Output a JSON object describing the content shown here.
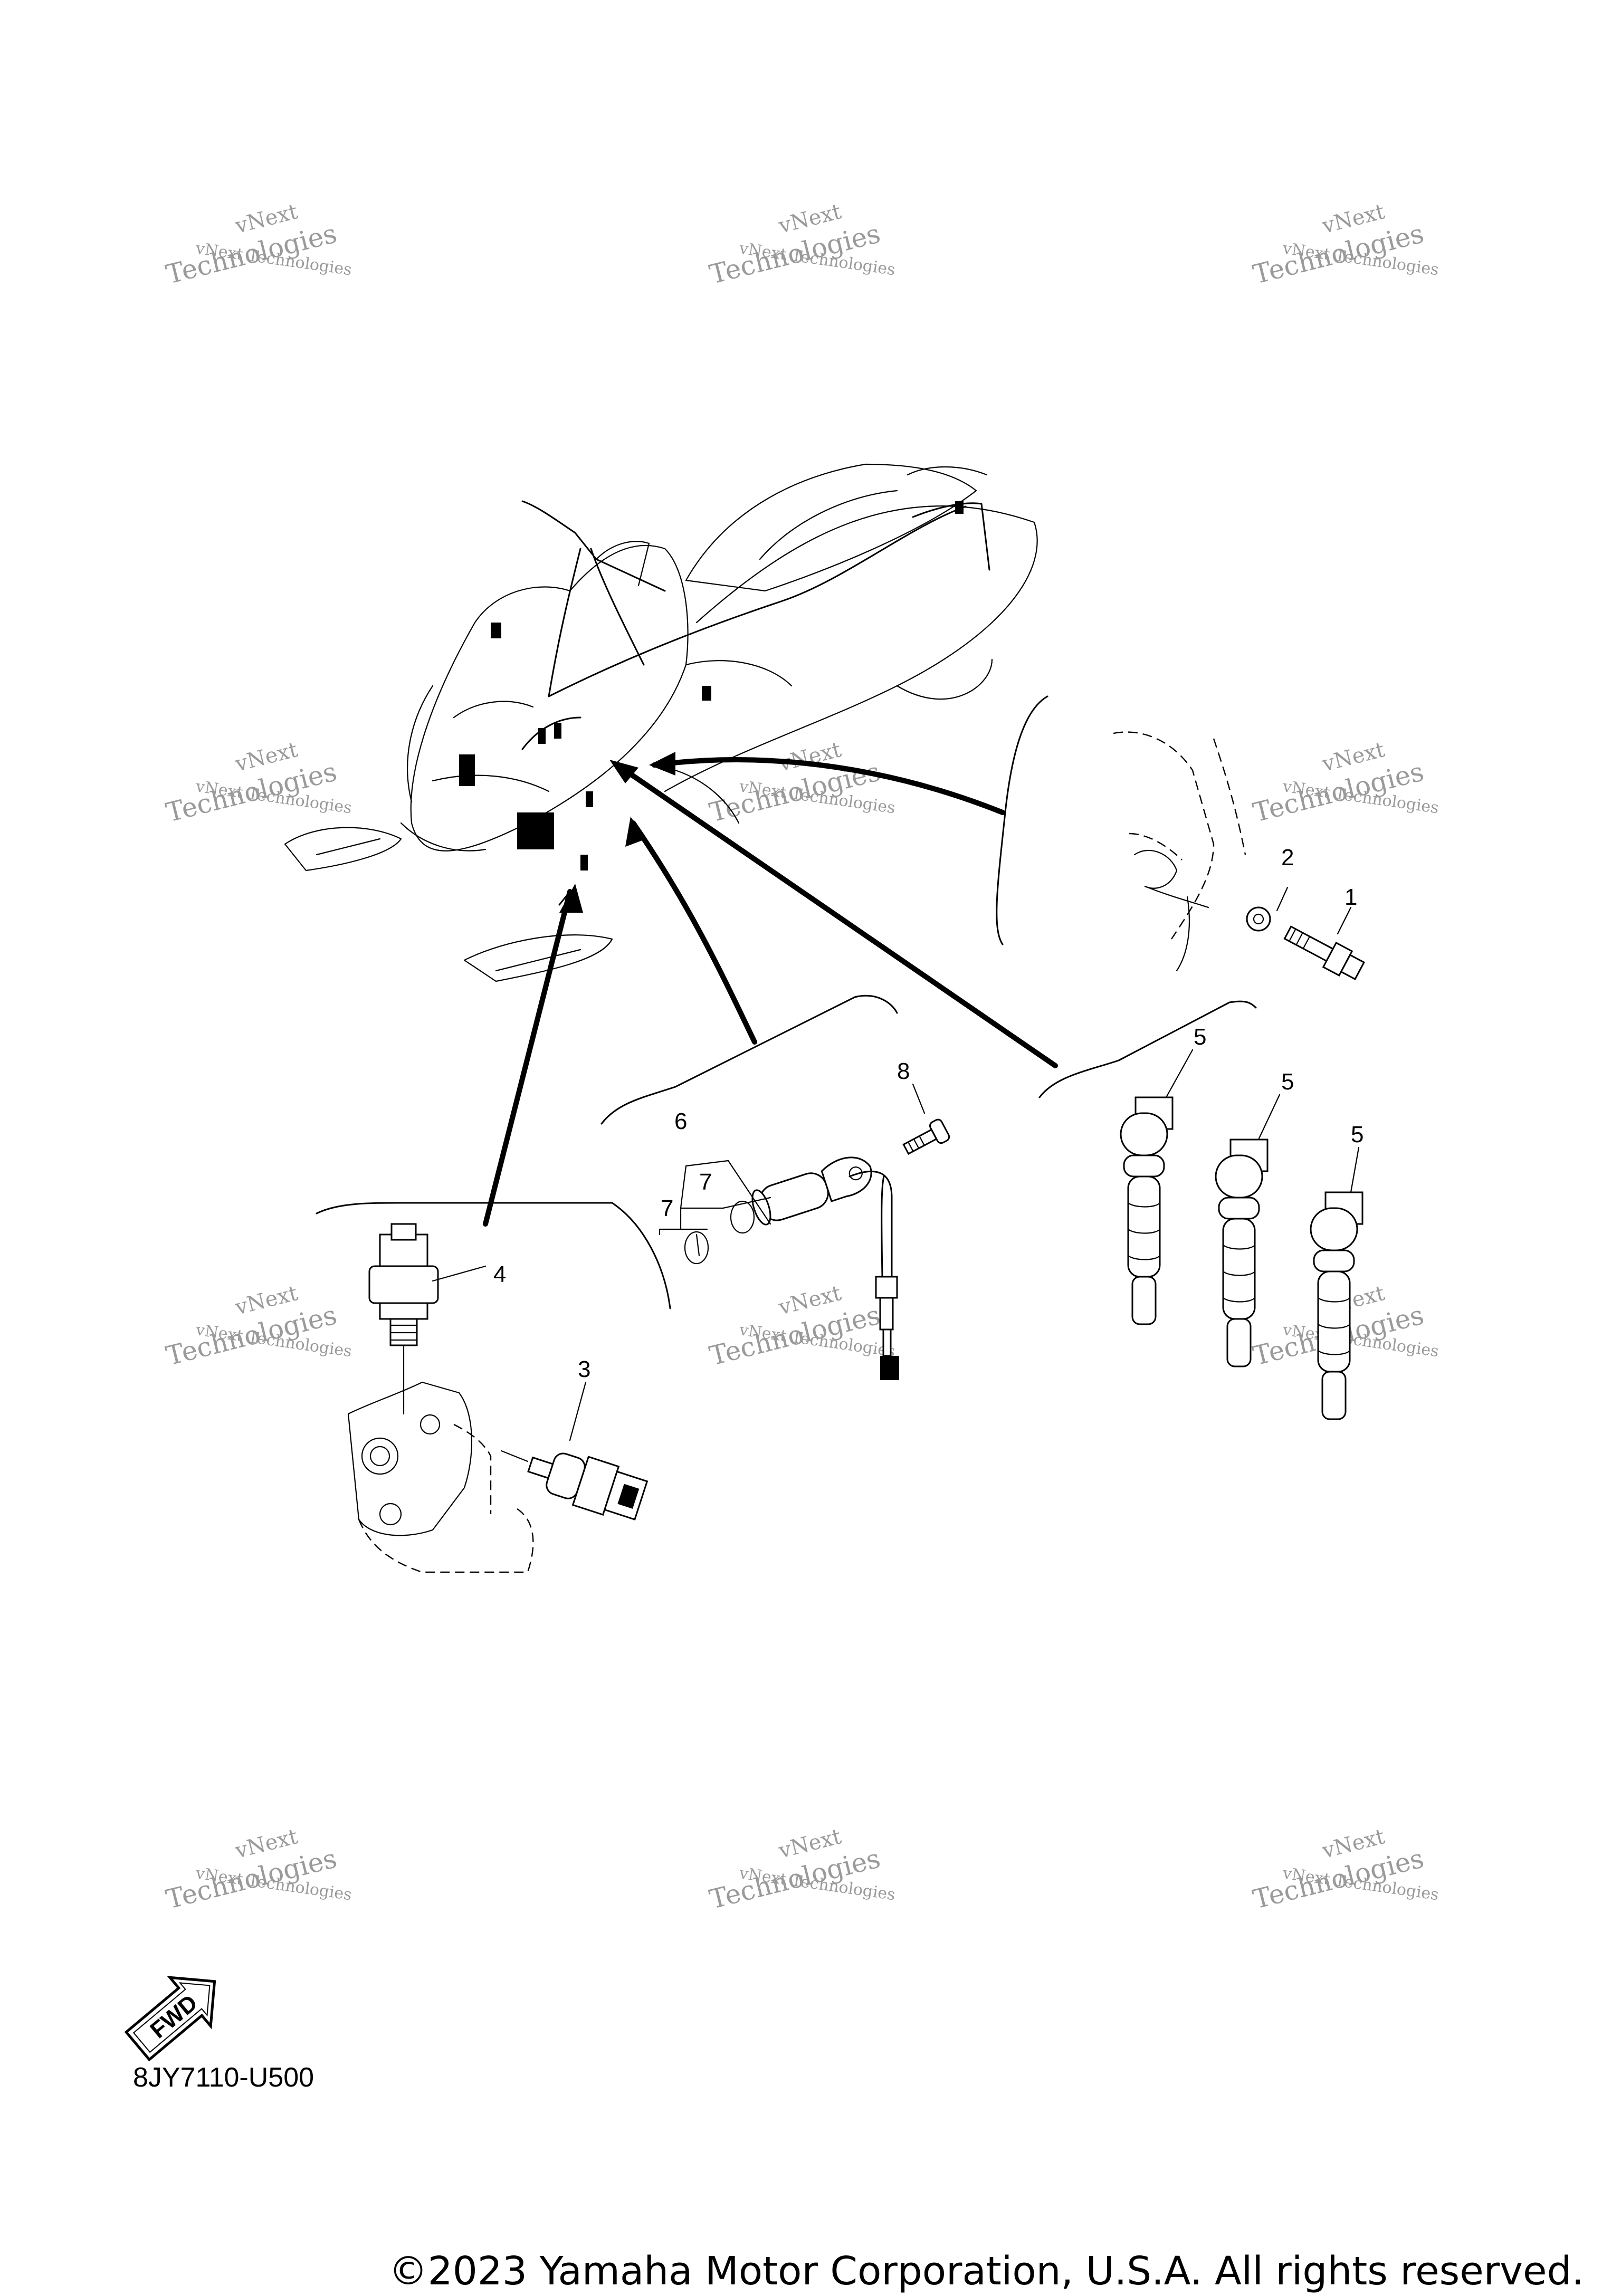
{
  "watermark": {
    "line1": "vNext",
    "line2": "vNext Technologies",
    "line3": "Technologies"
  },
  "callouts": [
    {
      "id": "1",
      "text": "1"
    },
    {
      "id": "2",
      "text": "2"
    },
    {
      "id": "3",
      "text": "3"
    },
    {
      "id": "4",
      "text": "4"
    },
    {
      "id": "5a",
      "text": "5"
    },
    {
      "id": "5b",
      "text": "5"
    },
    {
      "id": "5c",
      "text": "5"
    },
    {
      "id": "6",
      "text": "6"
    },
    {
      "id": "7a",
      "text": "7"
    },
    {
      "id": "7b",
      "text": "7"
    },
    {
      "id": "8",
      "text": "8"
    }
  ],
  "fwd_label": "FWD",
  "diagram_code": "8JY7110-U500",
  "copyright": "©2023 Yamaha Motor Corporation, U.S.A. All rights reserved."
}
